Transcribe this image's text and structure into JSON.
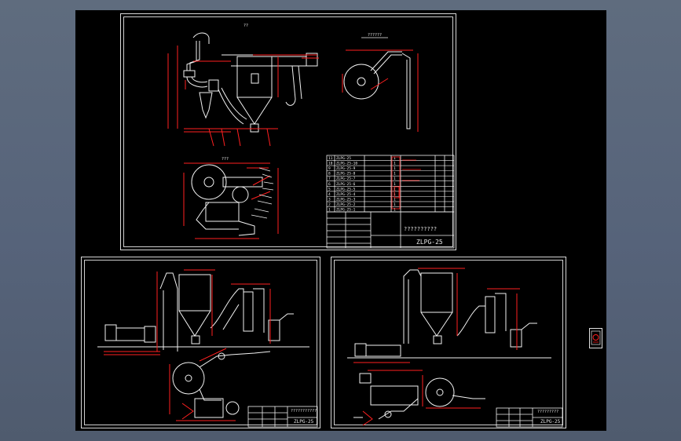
{
  "drawing": {
    "sheet_top_name": "ZLPG-25",
    "sheet_top_title": "??????????",
    "view_top_left": "??",
    "view_top_right": "??????",
    "view_plan": "???",
    "sheet_bl_name": "ZLPG-25",
    "sheet_bl_title": "???????????",
    "sheet_br_name": "ZLPG-25",
    "sheet_br_title": "?????????"
  },
  "parts_list": {
    "rows": [
      {
        "no": "11",
        "code": "ZLPG-25",
        "qty": "1"
      },
      {
        "no": "10",
        "code": "ZLPG-25-10",
        "qty": "1"
      },
      {
        "no": "9",
        "code": "ZLPG-25-9",
        "qty": "1"
      },
      {
        "no": "8",
        "code": "ZLPG-25-8",
        "qty": "1"
      },
      {
        "no": "7",
        "code": "ZLPG-25-7",
        "qty": "1"
      },
      {
        "no": "6",
        "code": "ZLPG-25-6",
        "qty": "1"
      },
      {
        "no": "5",
        "code": "ZLPG-25-5",
        "qty": "1"
      },
      {
        "no": "4",
        "code": "ZLPG-25-4",
        "qty": "1"
      },
      {
        "no": "3",
        "code": "ZLPG-25-3",
        "qty": "1"
      },
      {
        "no": "2",
        "code": "ZLPG-25-2",
        "qty": "1"
      },
      {
        "no": "1",
        "code": "ZLPG-25-1",
        "qty": "1"
      }
    ]
  },
  "colors": {
    "frame": "#d8d8d8",
    "dimension": "#ff2020",
    "geometry": "#f2f2f2",
    "background": "#000000",
    "window": "#56637a"
  }
}
